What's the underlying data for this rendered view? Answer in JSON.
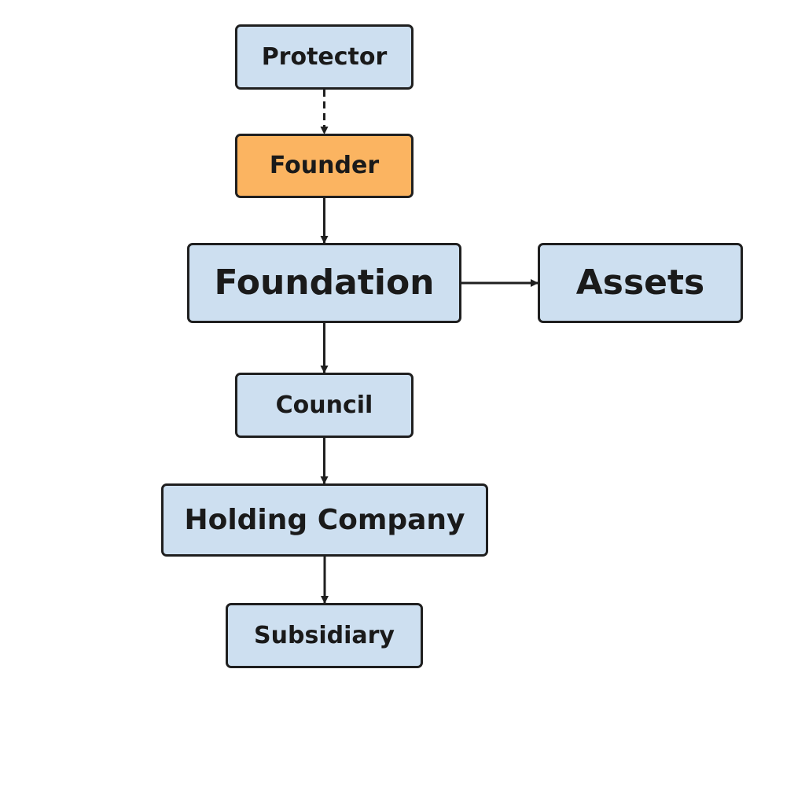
{
  "colors": {
    "node_fill": "#cddff0",
    "highlight_fill": "#fbb461",
    "stroke": "#1f1f1f",
    "text": "#1a1a1a"
  },
  "nodes": [
    {
      "id": "protector",
      "label": "Protector",
      "fill": "#cddff0"
    },
    {
      "id": "founder",
      "label": "Founder",
      "fill": "#fbb461"
    },
    {
      "id": "foundation",
      "label": "Foundation",
      "fill": "#cddff0"
    },
    {
      "id": "assets",
      "label": "Assets",
      "fill": "#cddff0"
    },
    {
      "id": "council",
      "label": "Council",
      "fill": "#cddff0"
    },
    {
      "id": "holding",
      "label": "Holding Company",
      "fill": "#cddff0"
    },
    {
      "id": "subsidiary",
      "label": "Subsidiary",
      "fill": "#cddff0"
    }
  ],
  "edges": [
    {
      "from": "protector",
      "to": "founder",
      "style": "dashed"
    },
    {
      "from": "founder",
      "to": "foundation",
      "style": "solid"
    },
    {
      "from": "foundation",
      "to": "assets",
      "style": "solid"
    },
    {
      "from": "foundation",
      "to": "council",
      "style": "solid"
    },
    {
      "from": "council",
      "to": "holding",
      "style": "solid"
    },
    {
      "from": "holding",
      "to": "subsidiary",
      "style": "solid"
    }
  ]
}
